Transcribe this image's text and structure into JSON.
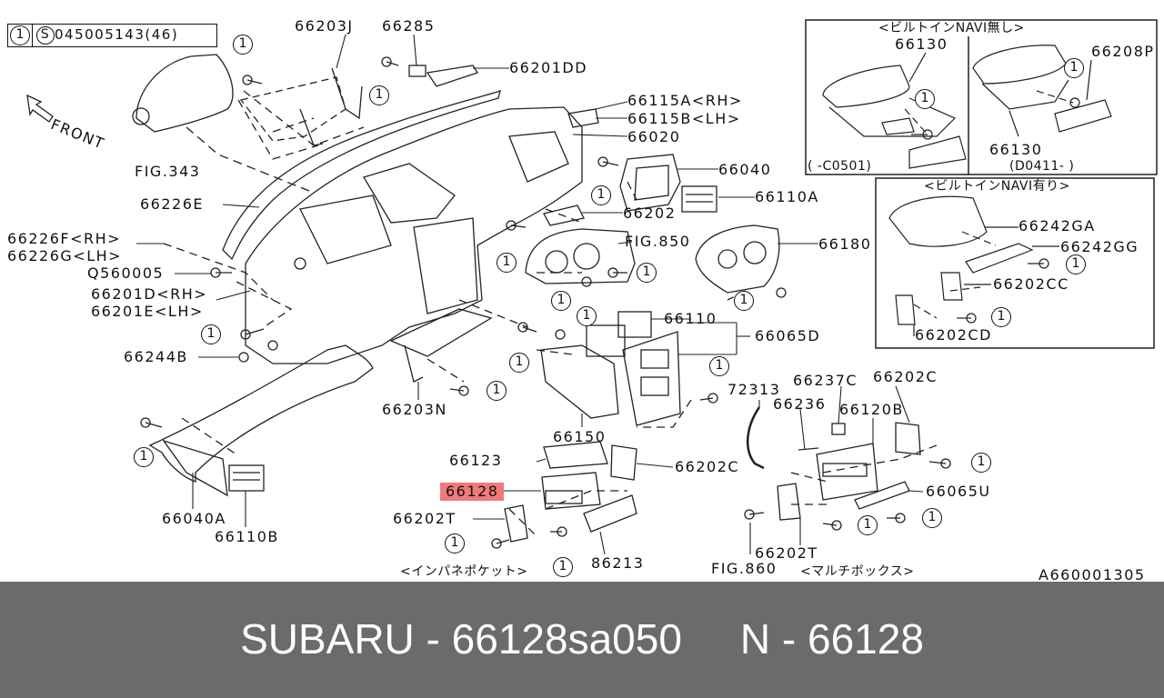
{
  "header": {
    "qty_mark": "1",
    "s_mark": "S",
    "ref_code": "045005143(46)"
  },
  "front_label": "FRONT",
  "callout_text": "1",
  "labels": {
    "l66203J": "66203J",
    "l66285": "66285",
    "l66201DD": "66201DD",
    "l66115A": "66115A<RH>",
    "l66115B": "66115B<LH>",
    "l66020": "66020",
    "l66040": "66040",
    "l66110A": "66110A",
    "l66202": "66202",
    "lFIG850": "FIG.850",
    "l66180": "66180",
    "lFIG343": "FIG.343",
    "l66226E": "66226E",
    "l66226F": "66226F<RH>",
    "l66226G": "66226G<LH>",
    "lQ560005": "Q560005",
    "l66201D": "66201D<RH>",
    "l66201E": "66201E<LH>",
    "l66244B": "66244B",
    "l66203N": "66203N",
    "l66110": "66110",
    "l66065D": "66065D",
    "l72313": "72313",
    "l66237C": "66237C",
    "l66202C_top": "66202C",
    "l66236": "66236",
    "l66120B": "66120B",
    "l66150": "66150",
    "l66123": "66123",
    "l66202C_mid": "66202C",
    "l66128": "66128",
    "l66202T_left": "66202T",
    "l86213": "86213",
    "l66065U": "66065U",
    "l66202T_right": "66202T",
    "lFIG860": "FIG.860",
    "l66040A": "66040A",
    "l66110B": "66110B",
    "lMultiBox": "<マルチボックス>",
    "lInpanePocket": "<インパネポケット>",
    "lA660001305": "A660001305"
  },
  "navi_without": {
    "title": "<ビルトインNAVI無し>",
    "p66130_top": "66130",
    "p66208P": "66208P",
    "p66130_bottom": "66130",
    "range_left": "( -C0501)",
    "range_right": "(D0411- )"
  },
  "navi_with": {
    "title": "<ビルトインNAVI有り>",
    "p66242GA": "66242GA",
    "p66242GG": "66242GG",
    "p66202CC": "66202CC",
    "p66202CD": "66202CD"
  },
  "highlight_color": "#f07a7a",
  "footer": {
    "brand": "SUBARU",
    "part_number": "66128sa050",
    "ref": "N - 66128",
    "separator": " - "
  }
}
